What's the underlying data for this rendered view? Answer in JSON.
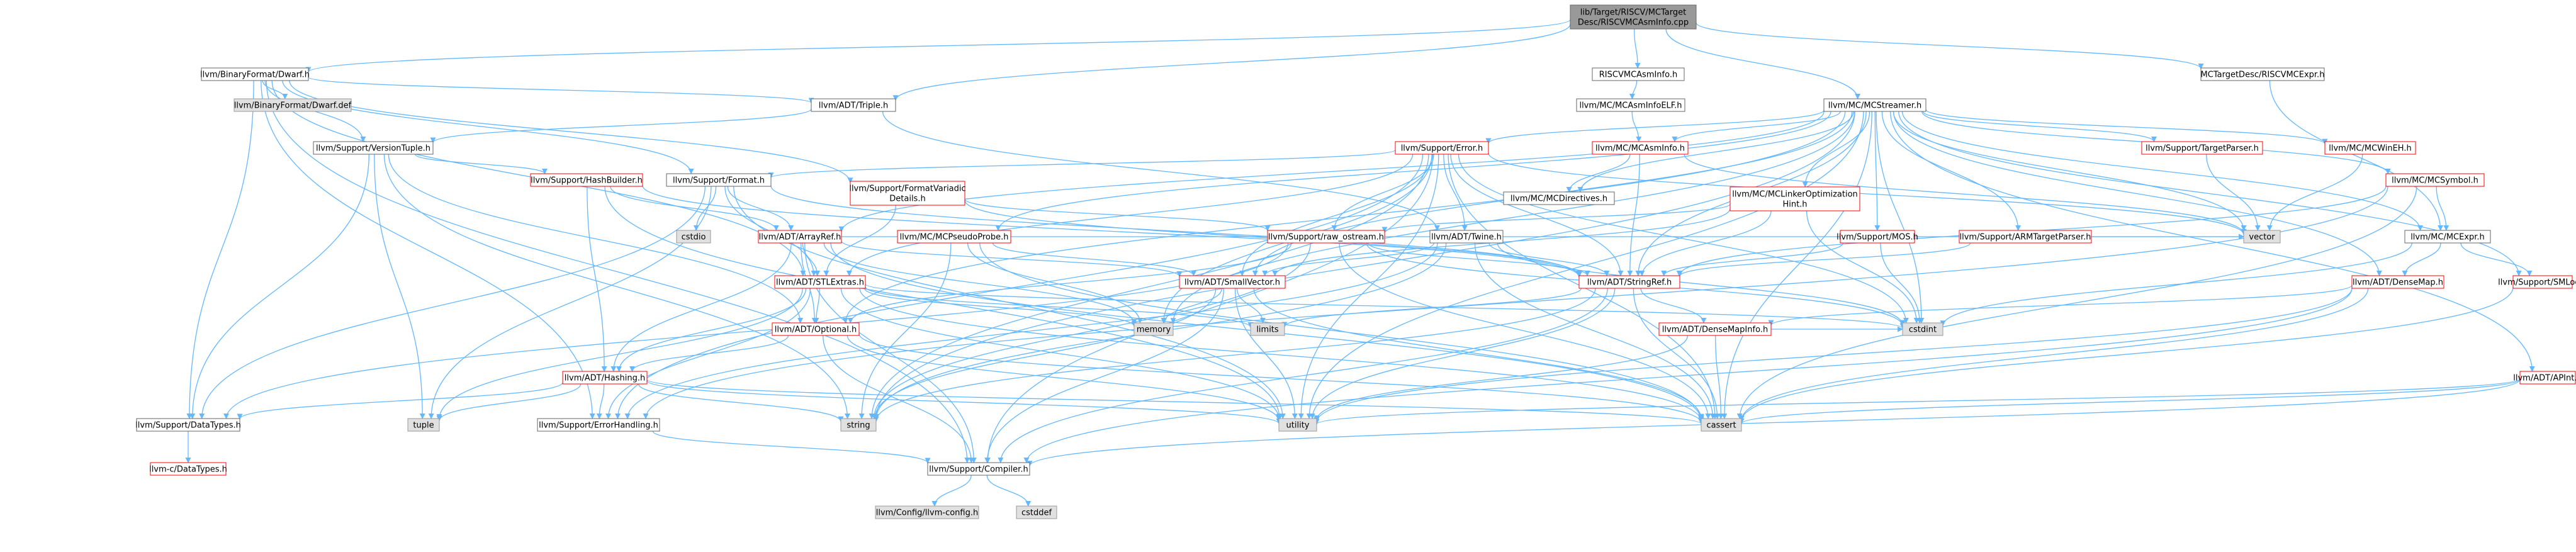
{
  "colors": {
    "edge": "#63b8ff",
    "root_fill": "#999999",
    "node_border": "#666666",
    "incomplete_border": "#ff0000",
    "system_fill": "#e0e0e0"
  },
  "nodes": [
    {
      "id": "root",
      "lines": [
        "lib/Target/RISCV/MCTarget",
        "Desc/RISCVMCAsmInfo.cpp"
      ],
      "kind": "root"
    },
    {
      "id": "dwarf",
      "lines": [
        "llvm/BinaryFormat/Dwarf.h"
      ],
      "kind": "normal"
    },
    {
      "id": "dwarfdef",
      "lines": [
        "llvm/BinaryFormat/Dwarf.def"
      ],
      "kind": "gray"
    },
    {
      "id": "triple",
      "lines": [
        "llvm/ADT/Triple.h"
      ],
      "kind": "normal"
    },
    {
      "id": "riscvasminfo",
      "lines": [
        "RISCVMCAsmInfo.h"
      ],
      "kind": "normal"
    },
    {
      "id": "asminfoelf",
      "lines": [
        "llvm/MC/MCAsmInfoELF.h"
      ],
      "kind": "normal"
    },
    {
      "id": "mcstreamer",
      "lines": [
        "llvm/MC/MCStreamer.h"
      ],
      "kind": "normal"
    },
    {
      "id": "riscvexpr",
      "lines": [
        "MCTargetDesc/RISCVMCExpr.h"
      ],
      "kind": "normal"
    },
    {
      "id": "versiontuple",
      "lines": [
        "llvm/Support/VersionTuple.h"
      ],
      "kind": "normal"
    },
    {
      "id": "error",
      "lines": [
        "llvm/Support/Error.h"
      ],
      "kind": "red"
    },
    {
      "id": "mcasminfo",
      "lines": [
        "llvm/MC/MCAsmInfo.h"
      ],
      "kind": "red"
    },
    {
      "id": "targetparser",
      "lines": [
        "llvm/Support/TargetParser.h"
      ],
      "kind": "red"
    },
    {
      "id": "mcwineh",
      "lines": [
        "llvm/MC/MCWinEH.h"
      ],
      "kind": "red"
    },
    {
      "id": "hashbuilder",
      "lines": [
        "llvm/Support/HashBuilder.h"
      ],
      "kind": "red"
    },
    {
      "id": "format",
      "lines": [
        "llvm/Support/Format.h"
      ],
      "kind": "normal"
    },
    {
      "id": "formatvariadic",
      "lines": [
        "llvm/Support/FormatVariadic",
        "Details.h"
      ],
      "kind": "red"
    },
    {
      "id": "mcdirectives",
      "lines": [
        "llvm/MC/MCDirectives.h"
      ],
      "kind": "normal"
    },
    {
      "id": "linkeropt",
      "lines": [
        "llvm/MC/MCLinkerOptimization",
        "Hint.h"
      ],
      "kind": "red"
    },
    {
      "id": "mcsymbol",
      "lines": [
        "llvm/MC/MCSymbol.h"
      ],
      "kind": "red"
    },
    {
      "id": "cstdio",
      "lines": [
        "cstdio"
      ],
      "kind": "gray"
    },
    {
      "id": "arrayref",
      "lines": [
        "llvm/ADT/ArrayRef.h"
      ],
      "kind": "red"
    },
    {
      "id": "pseudoprobe",
      "lines": [
        "llvm/MC/MCPseudoProbe.h"
      ],
      "kind": "red"
    },
    {
      "id": "rawostream",
      "lines": [
        "llvm/Support/raw_ostream.h"
      ],
      "kind": "red"
    },
    {
      "id": "twine",
      "lines": [
        "llvm/ADT/Twine.h"
      ],
      "kind": "normal"
    },
    {
      "id": "mcexpr",
      "lines": [
        "llvm/MC/MCExpr.h"
      ],
      "kind": "normal"
    },
    {
      "id": "mos",
      "lines": [
        "llvm/Support/MOS.h"
      ],
      "kind": "red"
    },
    {
      "id": "armtargetparser",
      "lines": [
        "llvm/Support/ARMTargetParser.h"
      ],
      "kind": "red"
    },
    {
      "id": "vector",
      "lines": [
        "vector"
      ],
      "kind": "gray"
    },
    {
      "id": "stlextras",
      "lines": [
        "llvm/ADT/STLExtras.h"
      ],
      "kind": "red"
    },
    {
      "id": "smallvector",
      "lines": [
        "llvm/ADT/SmallVector.h"
      ],
      "kind": "red"
    },
    {
      "id": "stringref",
      "lines": [
        "llvm/ADT/StringRef.h"
      ],
      "kind": "red"
    },
    {
      "id": "densemap",
      "lines": [
        "llvm/ADT/DenseMap.h"
      ],
      "kind": "red"
    },
    {
      "id": "smloc",
      "lines": [
        "llvm/Support/SMLoc.h"
      ],
      "kind": "red"
    },
    {
      "id": "memory",
      "lines": [
        "memory"
      ],
      "kind": "gray"
    },
    {
      "id": "limits",
      "lines": [
        "limits"
      ],
      "kind": "gray"
    },
    {
      "id": "optional",
      "lines": [
        "llvm/ADT/Optional.h"
      ],
      "kind": "red"
    },
    {
      "id": "densemapinfo",
      "lines": [
        "llvm/ADT/DenseMapInfo.h"
      ],
      "kind": "red"
    },
    {
      "id": "cstdint",
      "lines": [
        "cstdint"
      ],
      "kind": "gray"
    },
    {
      "id": "hashing",
      "lines": [
        "llvm/ADT/Hashing.h"
      ],
      "kind": "red"
    },
    {
      "id": "apint",
      "lines": [
        "llvm/ADT/APInt.h"
      ],
      "kind": "red"
    },
    {
      "id": "datatypes",
      "lines": [
        "llvm/Support/DataTypes.h"
      ],
      "kind": "normal"
    },
    {
      "id": "tuple",
      "lines": [
        "tuple"
      ],
      "kind": "gray"
    },
    {
      "id": "errorhandling",
      "lines": [
        "llvm/Support/ErrorHandling.h"
      ],
      "kind": "normal"
    },
    {
      "id": "string",
      "lines": [
        "string"
      ],
      "kind": "gray"
    },
    {
      "id": "utility",
      "lines": [
        "utility"
      ],
      "kind": "gray"
    },
    {
      "id": "cassert",
      "lines": [
        "cassert"
      ],
      "kind": "gray"
    },
    {
      "id": "cdatatypes",
      "lines": [
        "llvm-c/DataTypes.h"
      ],
      "kind": "red"
    },
    {
      "id": "compiler",
      "lines": [
        "llvm/Support/Compiler.h"
      ],
      "kind": "normal"
    },
    {
      "id": "config",
      "lines": [
        "llvm/Config/llvm-config.h"
      ],
      "kind": "gray"
    },
    {
      "id": "cstddef",
      "lines": [
        "cstddef"
      ],
      "kind": "gray"
    }
  ]
}
